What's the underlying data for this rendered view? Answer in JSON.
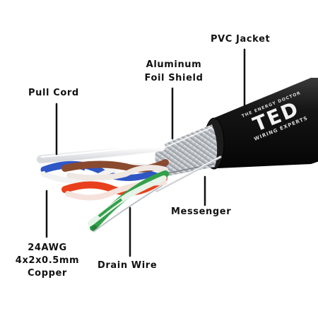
{
  "labels": {
    "pvc_jacket": "PVC Jacket",
    "aluminum_line1": "Aluminum",
    "aluminum_line2": "Foil Shield",
    "pull_cord": "Pull Cord",
    "messenger": "Messenger",
    "copper_line1": "24AWG",
    "copper_line2": "4x2x0.5mm",
    "copper_line3": "Copper",
    "drain_wire": "Drain Wire"
  },
  "brand": {
    "tagline": "THE ENERGY DOCTOR",
    "logo": "TED",
    "subtitle": "WIRING EXPERTS"
  },
  "colors": {
    "jacket": "#141414",
    "foil": "#c9ccd0",
    "blue_pair": "#2f56c4",
    "brown_pair": "#8a4a2e",
    "orange_pair": "#e8401c",
    "green_pair": "#33a04a",
    "white_stripe": "#f2f2f2",
    "leader": "#111111"
  }
}
